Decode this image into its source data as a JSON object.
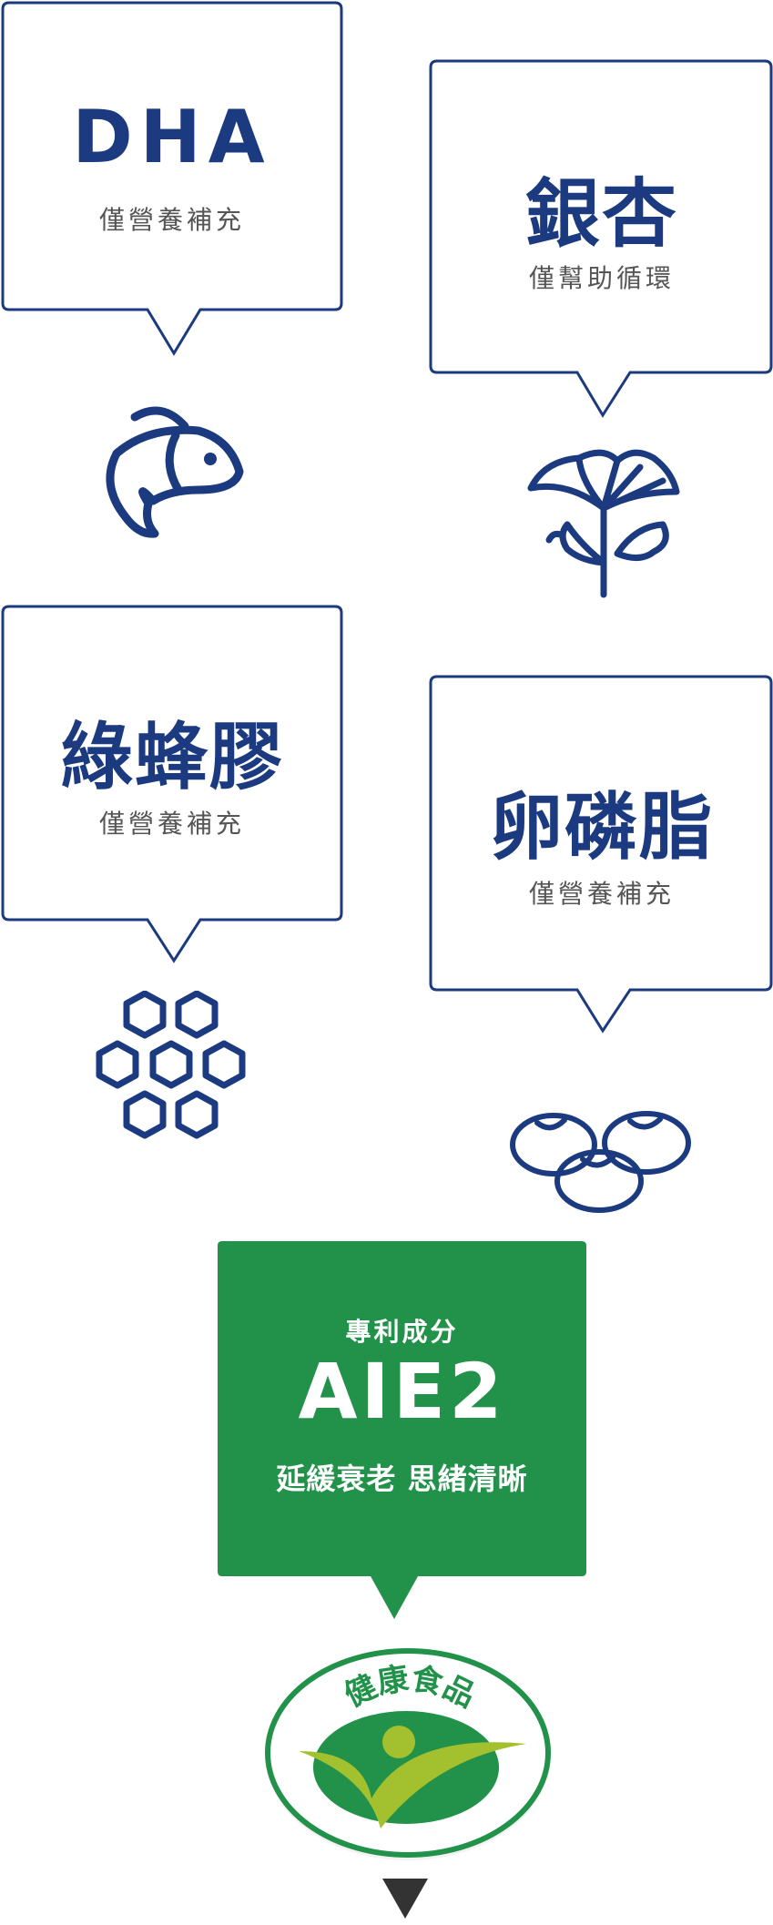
{
  "cards": [
    {
      "title": "DHA",
      "subtitle": "僅營養補充",
      "icon": "fish-icon"
    },
    {
      "title": "銀杏",
      "subtitle": "僅幫助循環",
      "icon": "ginkgo-leaf-icon"
    },
    {
      "title": "綠蜂膠",
      "subtitle": "僅營養補充",
      "icon": "honeycomb-icon"
    },
    {
      "title": "卵磷脂",
      "subtitle": "僅營養補充",
      "icon": "soybean-icon"
    }
  ],
  "patent": {
    "label": "專利成分",
    "name": "AIE2",
    "tagline": "延緩衰老 思緒清晰"
  },
  "badge": {
    "text": "健康食品",
    "icon": "health-food-badge-icon"
  },
  "colors": {
    "navy": "#1b3a7f",
    "green": "#22924a",
    "lime": "#a3c02e"
  }
}
